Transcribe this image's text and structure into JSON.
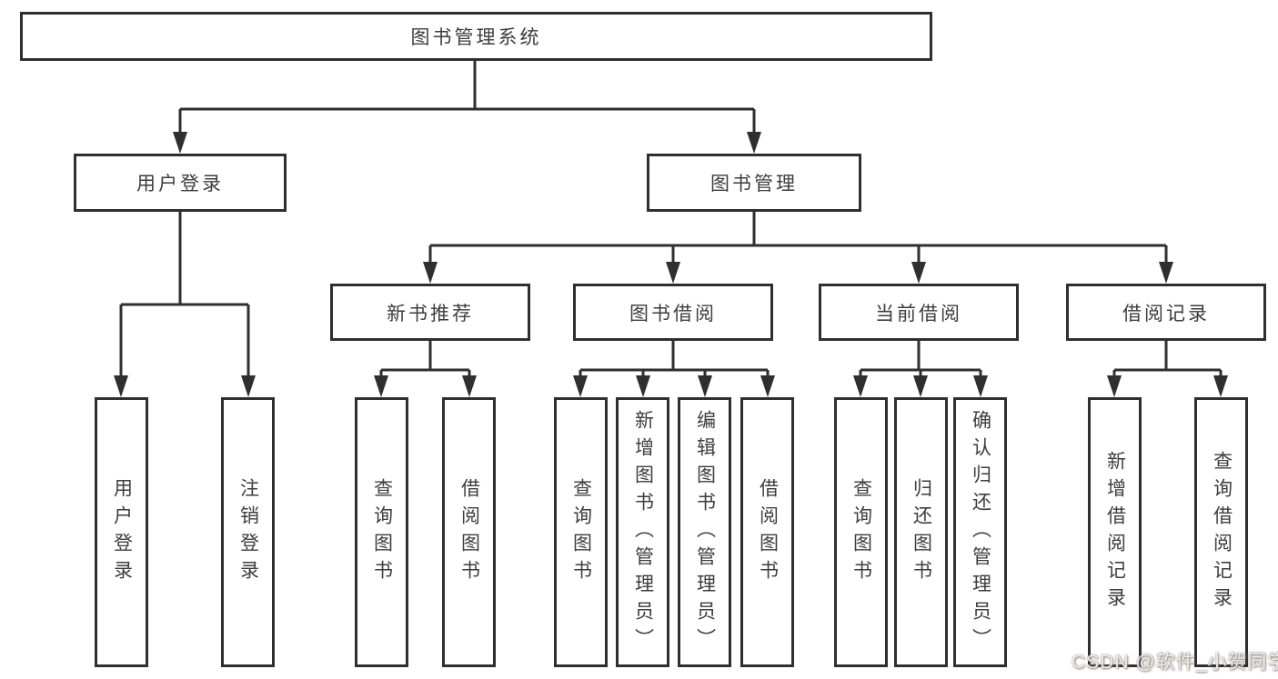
{
  "tree": {
    "root": {
      "label": "图书管理系统"
    },
    "branches": [
      {
        "label": "用户登录",
        "children": [
          {
            "label": "用户登录"
          },
          {
            "label": "注销登录"
          }
        ]
      },
      {
        "label": "图书管理",
        "children": [
          {
            "label": "新书推荐",
            "children": [
              {
                "label": "查询图书"
              },
              {
                "label": "借阅图书"
              }
            ]
          },
          {
            "label": "图书借阅",
            "children": [
              {
                "label": "查询图书"
              },
              {
                "label": "新增图书（管理员）"
              },
              {
                "label": "编辑图书（管理员）"
              },
              {
                "label": "借阅图书"
              }
            ]
          },
          {
            "label": "当前借阅",
            "children": [
              {
                "label": "查询图书"
              },
              {
                "label": "归还图书"
              },
              {
                "label": "确认归还（管理员）"
              }
            ]
          },
          {
            "label": "借阅记录",
            "children": [
              {
                "label": "新增借阅记录"
              },
              {
                "label": "查询借阅记录"
              }
            ]
          }
        ]
      }
    ]
  },
  "watermark": {
    "text": "CSDN @软件_小贺同学"
  },
  "colors": {
    "line": "#2f2f2f",
    "node_text": "#3d3d3d",
    "background": "#ffffff",
    "watermark_text": "#efece9"
  }
}
